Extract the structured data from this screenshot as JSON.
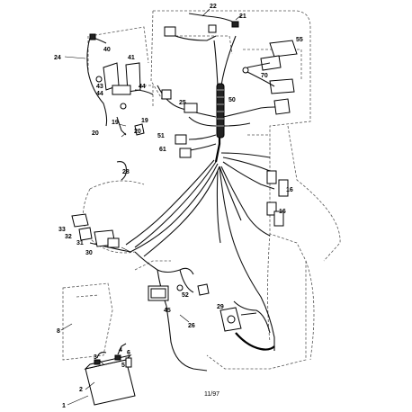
{
  "diagram": {
    "footer_code": "11/97",
    "callouts": {
      "c1": "1",
      "c2": "2",
      "c3": "3",
      "c4": "4",
      "c5": "5",
      "c6": "6",
      "c8": "8",
      "c16a": "16",
      "c16b": "16",
      "c19a": "19",
      "c19b": "19",
      "c20a": "20",
      "c20b": "20",
      "c21": "21",
      "c22": "22",
      "c24": "24",
      "c25": "25",
      "c26": "26",
      "c28": "28",
      "c29": "29",
      "c30": "30",
      "c31": "31",
      "c32": "32",
      "c33": "33",
      "c40": "40",
      "c41": "41",
      "c43": "43",
      "c44a": "44",
      "c44b": "44",
      "c45": "45",
      "c50": "50",
      "c51": "51",
      "c52": "52",
      "c55": "55",
      "c61": "61",
      "c70": "70"
    }
  }
}
